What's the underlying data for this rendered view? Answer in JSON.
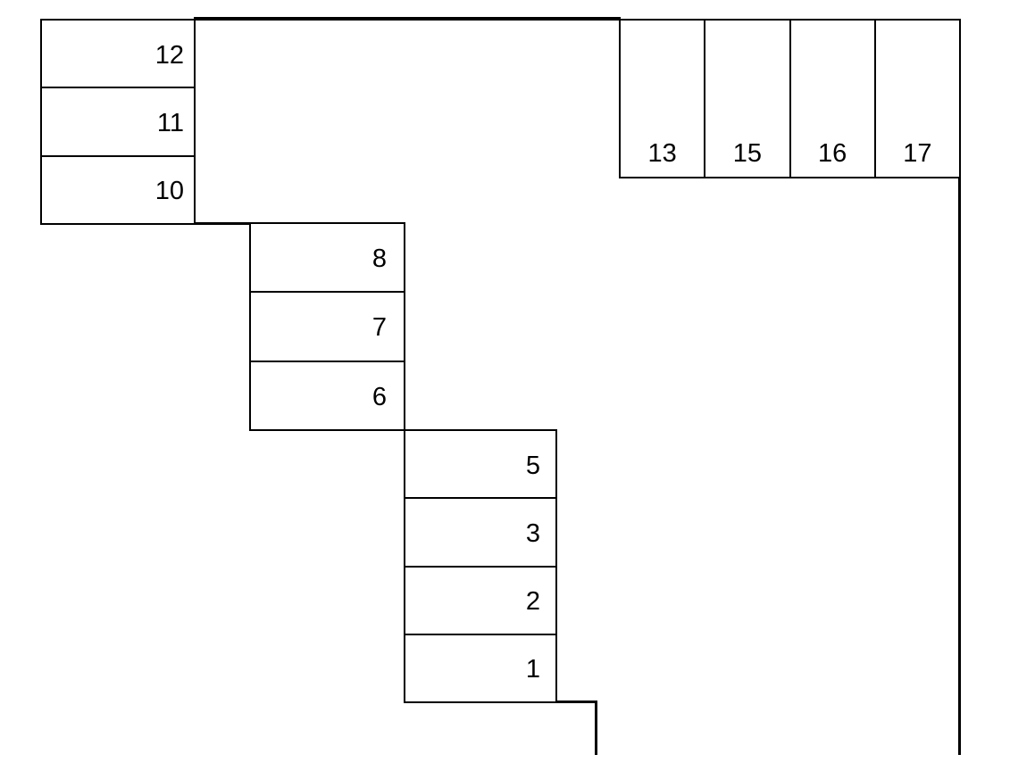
{
  "diagram": {
    "background_color": "#ffffff",
    "line_color": "#000000",
    "stack_top_left": {
      "labels": [
        "12",
        "11",
        "10"
      ]
    },
    "stack_middle": {
      "labels": [
        "8",
        "7",
        "6"
      ]
    },
    "stack_bottom": {
      "labels": [
        "5",
        "3",
        "2",
        "1"
      ]
    },
    "columns_top_right": {
      "labels": [
        "13",
        "15",
        "16",
        "17"
      ]
    }
  }
}
